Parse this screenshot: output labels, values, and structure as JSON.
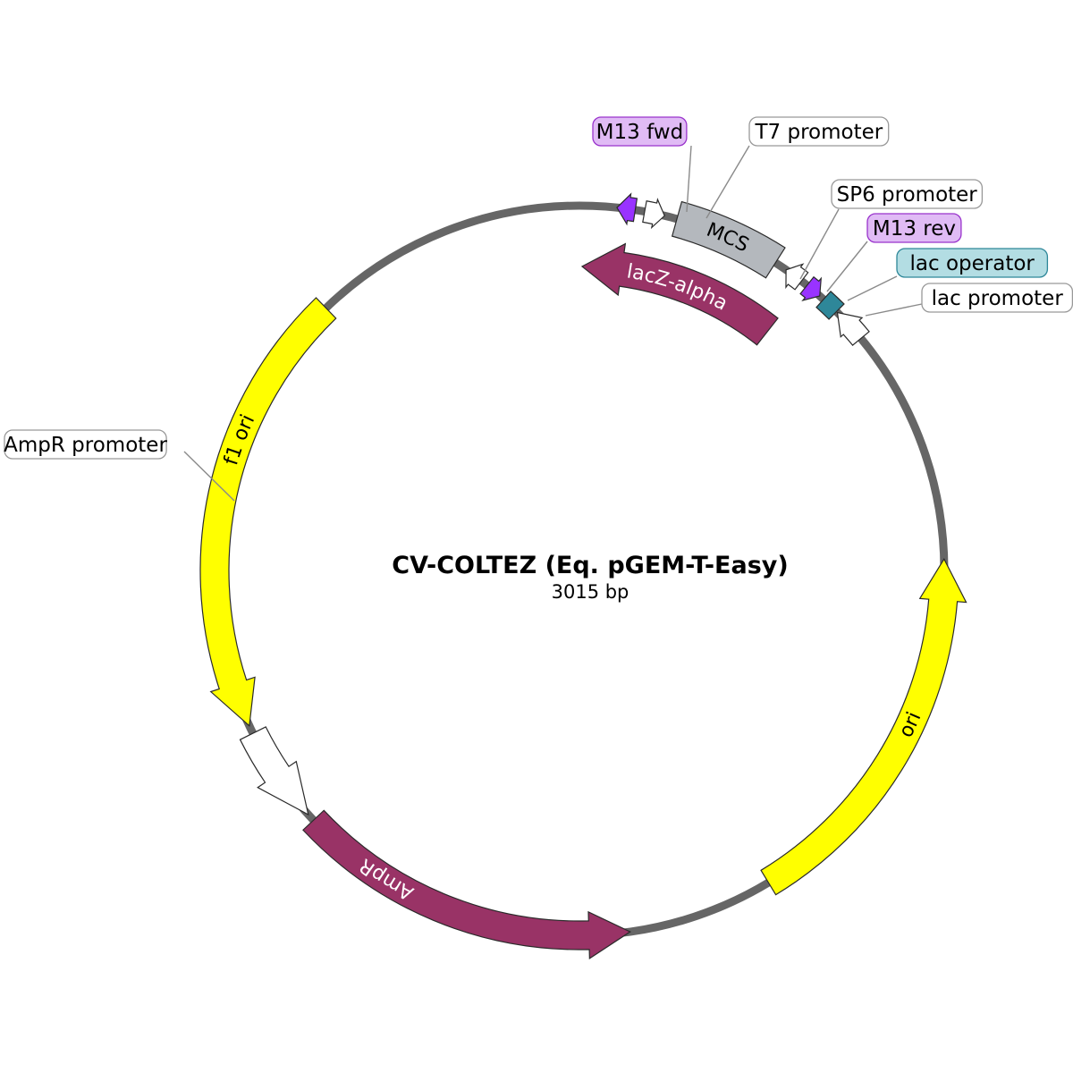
{
  "plasmid": {
    "name": "CV-COLTEZ (Eq. pGEM-T-Easy)",
    "size_label": "3015 bp"
  },
  "features": [
    {
      "id": "f1-ori",
      "label": "f1 ori",
      "color": "#ffff00",
      "text_color": "#000000",
      "direction": "reverse",
      "start_deg": 316,
      "end_deg": 244.8
    },
    {
      "id": "ampr-promoter",
      "label": "AmpR promoter",
      "color": "#ffffff",
      "text_color": "#000000",
      "direction": "reverse",
      "start_deg": 243.5,
      "end_deg": 228
    },
    {
      "id": "ampr",
      "label": "AmpR",
      "color": "#993366",
      "text_color": "#ffffff",
      "direction": "forward",
      "start_deg": 226.8,
      "end_deg": 172
    },
    {
      "id": "ori",
      "label": "ori",
      "color": "#ffff00",
      "text_color": "#000000",
      "direction": "reverse",
      "start_deg": 148.8,
      "end_deg": 88.2
    },
    {
      "id": "m13-fwd",
      "label": "M13 fwd",
      "color": "#9933ff",
      "text_color": "#000000",
      "direction": "reverse",
      "start_deg": 8.8,
      "end_deg": 5.9,
      "callout": true,
      "callout_fill": "#e0bbf5",
      "callout_stroke": "#9933cc"
    },
    {
      "id": "t7-promoter",
      "label": "T7 promoter",
      "color": "#ffffff",
      "text_color": "#000000",
      "direction": "forward",
      "start_deg": 10.3,
      "end_deg": 13.5,
      "callout": true,
      "callout_fill": "#ffffff",
      "callout_stroke": "#999999"
    },
    {
      "id": "mcs",
      "label": "MCS",
      "color": "#b4b8bd",
      "text_color": "#000000",
      "direction": "none",
      "start_deg": 15.5,
      "end_deg": 32.5
    },
    {
      "id": "sp6-promoter",
      "label": "SP6 promoter",
      "color": "#ffffff",
      "text_color": "#000000",
      "direction": "reverse",
      "start_deg": 37.5,
      "end_deg": 34.5,
      "callout": true,
      "callout_fill": "#ffffff",
      "callout_stroke": "#999999"
    },
    {
      "id": "m13-rev",
      "label": "M13 rev",
      "color": "#9933ff",
      "text_color": "#000000",
      "direction": "forward",
      "start_deg": 38.6,
      "end_deg": 41.2,
      "callout": true,
      "callout_fill": "#e0bbf5",
      "callout_stroke": "#9933cc"
    },
    {
      "id": "lac-operator",
      "label": "lac operator",
      "color": "#2e8799",
      "text_color": "#000000",
      "direction": "none",
      "start_deg": 42.0,
      "end_deg": 44.8,
      "callout": true,
      "callout_fill": "#b3dde3",
      "callout_stroke": "#2e8799"
    },
    {
      "id": "lac-promoter",
      "label": "lac promoter",
      "color": "#ffffff",
      "text_color": "#000000",
      "direction": "reverse",
      "start_deg": 50.5,
      "end_deg": 45.0,
      "callout": true,
      "callout_fill": "#ffffff",
      "callout_stroke": "#999999"
    },
    {
      "id": "lacz-alpha",
      "label": "lacZ-alpha",
      "color": "#993366",
      "text_color": "#ffffff",
      "direction": "reverse",
      "start_deg": 38.2,
      "end_deg": 0.5,
      "inner": true
    }
  ]
}
